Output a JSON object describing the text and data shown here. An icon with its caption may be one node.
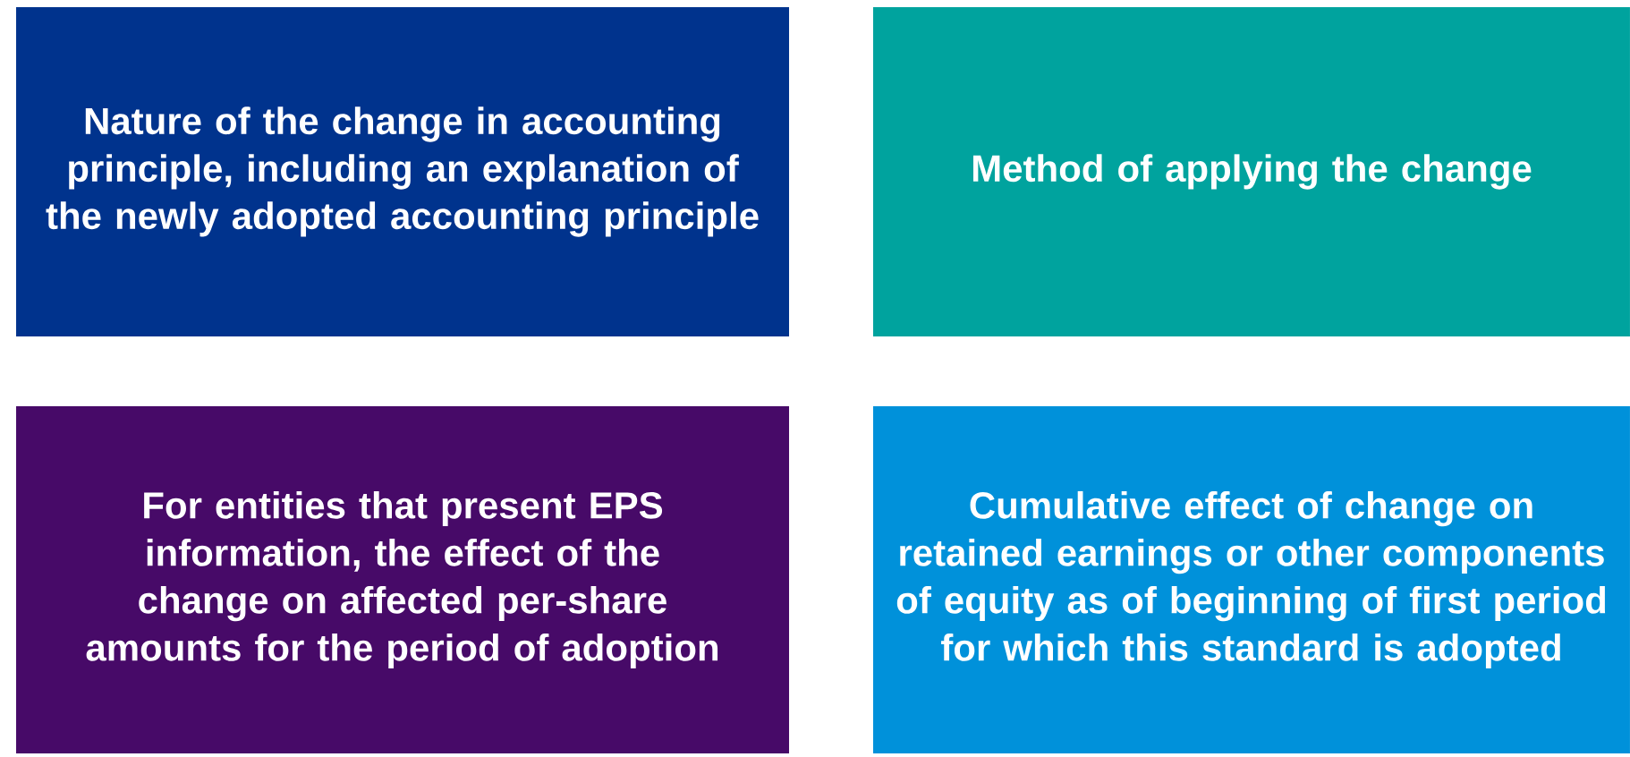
{
  "diagram": {
    "nodes": [
      {
        "text": [
          "Nature of the change in accounting principle, including an explanation of the newly adopted accounting principle"
        ]
      },
      {
        "text": [
          "Method of applying the change"
        ]
      },
      {
        "text": [
          "For entities that present EPS information, the effect of the change on affected per-share amounts for the period of adoption"
        ]
      },
      {
        "text": [
          "Cumulative effect of change on retained earnings or other components of equity as of beginning of first period for which this standard is adopted"
        ]
      }
    ]
  }
}
